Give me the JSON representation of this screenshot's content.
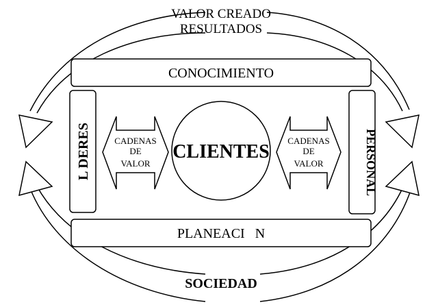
{
  "top_text": {
    "line1": "VALOR CREADO",
    "line2": "RESULTADOS"
  },
  "top_bar": {
    "label": "CONOCIMIENTO"
  },
  "bottom_bar": {
    "label": "PLANEACI   N"
  },
  "left_bar": {
    "label": "L DERES"
  },
  "right_bar": {
    "label": "PERSONAL"
  },
  "center": {
    "label": "CLIENTES"
  },
  "left_value_chain": {
    "line1": "CADENAS",
    "line2": "DE",
    "line3": "VALOR"
  },
  "right_value_chain": {
    "line1": "CADENAS",
    "line2": "DE",
    "line3": "VALOR"
  },
  "bottom_text": {
    "label": "SOCIEDAD"
  }
}
